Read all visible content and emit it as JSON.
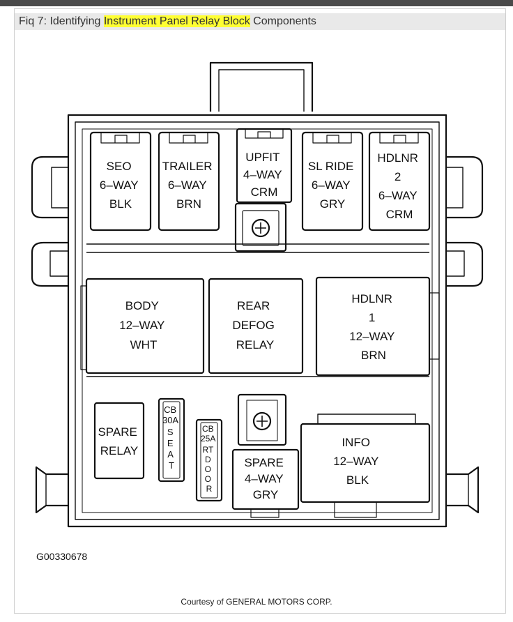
{
  "caption": {
    "prefix": "Fiq 7: Identifying ",
    "highlight": "Instrument Panel Relay Block",
    "suffix": " Components",
    "highlight_color": "#ffff33"
  },
  "components": {
    "seo": [
      "SEO",
      "6–WAY",
      "BLK"
    ],
    "trailer": [
      "TRAILER",
      "6–WAY",
      "BRN"
    ],
    "upfit": [
      "UPFIT",
      "4–WAY",
      "CRM"
    ],
    "slride": [
      "SL RIDE",
      "6–WAY",
      "GRY"
    ],
    "hdlnr2": [
      "HDLNR",
      "2",
      "6–WAY",
      "CRM"
    ],
    "body": [
      "BODY",
      "12–WAY",
      "WHT"
    ],
    "reardefog": [
      "REAR",
      "DEFOG",
      "RELAY"
    ],
    "hdlnr1": [
      "HDLNR",
      "1",
      "12–WAY",
      "BRN"
    ],
    "spare_relay": [
      "SPARE",
      "RELAY"
    ],
    "cb30": [
      "CB",
      "30A",
      "S",
      "E",
      "A",
      "T"
    ],
    "cb25": [
      "CB",
      "25A",
      "RT",
      "D",
      "O",
      "O",
      "R"
    ],
    "spare4": [
      "SPARE",
      "4–WAY",
      "GRY"
    ],
    "info": [
      "INFO",
      "12–WAY",
      "BLK"
    ]
  },
  "figure_id": "G00330678",
  "credit": "Courtesy of GENERAL MOTORS CORP."
}
